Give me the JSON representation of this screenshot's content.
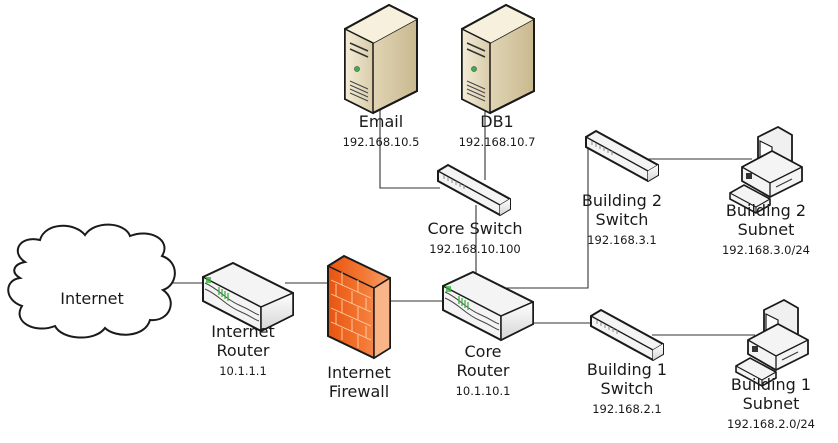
{
  "diagram": {
    "type": "network-topology",
    "nodes": {
      "internet": {
        "name": "Internet",
        "icon": "cloud-icon"
      },
      "internet_router": {
        "name_line1": "Internet",
        "name_line2": "Router",
        "ip": "10.1.1.1",
        "icon": "router-icon"
      },
      "firewall": {
        "name_line1": "Internet",
        "name_line2": "Firewall",
        "icon": "firewall-icon"
      },
      "core_router": {
        "name_line1": "Core",
        "name_line2": "Router",
        "ip": "10.1.10.1",
        "icon": "router-icon"
      },
      "core_switch": {
        "name": "Core Switch",
        "ip": "192.168.10.100",
        "icon": "switch-icon"
      },
      "email": {
        "name": "Email",
        "ip": "192.168.10.5",
        "icon": "server-icon"
      },
      "db1": {
        "name": "DB1",
        "ip": "192.168.10.7",
        "icon": "server-icon"
      },
      "b2_switch": {
        "name_line1": "Building 2",
        "name_line2": "Switch",
        "ip": "192.168.3.1",
        "icon": "switch-icon"
      },
      "b2_subnet": {
        "name_line1": "Building 2",
        "name_line2": "Subnet",
        "ip": "192.168.3.0/24",
        "icon": "workstation-icon"
      },
      "b1_switch": {
        "name_line1": "Building 1",
        "name_line2": "Switch",
        "ip": "192.168.2.1",
        "icon": "switch-icon"
      },
      "b1_subnet": {
        "name_line1": "Building 1",
        "name_line2": "Subnet",
        "ip": "192.168.2.0/24",
        "icon": "workstation-icon"
      }
    },
    "links": [
      [
        "internet",
        "internet_router"
      ],
      [
        "internet_router",
        "firewall"
      ],
      [
        "firewall",
        "core_router"
      ],
      [
        "core_router",
        "core_switch"
      ],
      [
        "core_switch",
        "email"
      ],
      [
        "core_switch",
        "db1"
      ],
      [
        "core_router",
        "b2_switch"
      ],
      [
        "core_router",
        "b1_switch"
      ],
      [
        "b2_switch",
        "b2_subnet"
      ],
      [
        "b1_switch",
        "b1_subnet"
      ]
    ],
    "colors": {
      "line": "#333333",
      "firewall": "#f26522",
      "server": "#e8dcc0",
      "device": "#f0f0f0",
      "led": "#3cb043"
    }
  }
}
